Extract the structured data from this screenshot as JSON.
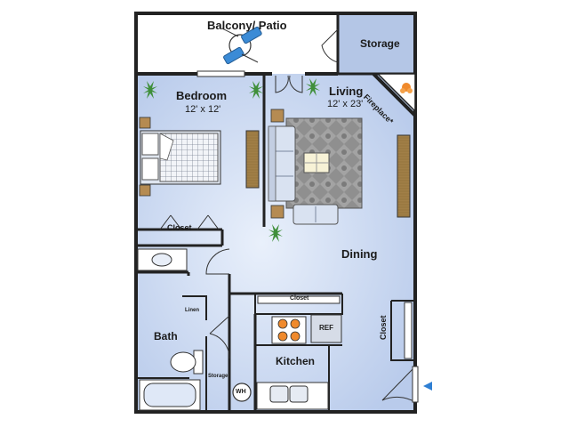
{
  "rooms": {
    "balcony": "Balcony/ Patio",
    "storage": "Storage",
    "bedroom": "Bedroom",
    "bedroom_size": "12' x 12'",
    "living": "Living",
    "living_size": "12' x 23'",
    "fireplace": "Fireplace*",
    "dining": "Dining",
    "bath": "Bath",
    "kitchen": "Kitchen"
  },
  "closets": {
    "bedroom_closet": "Closet",
    "kitchen_closet": "Closet",
    "dining_closet": "Closet",
    "linen": "Linen",
    "bath_storage": "Storage"
  },
  "fixtures": {
    "refrigerator": "REF",
    "water_heater": "WH"
  },
  "colors": {
    "floor": "#c3d3ee",
    "balcony_floor": "#ffffff",
    "storage_floor": "#b4c6e6",
    "walls": "#222222",
    "wood": "#9d7b43",
    "rug": "#8e8e8e",
    "sofa": "#d9e2f1",
    "plant": "#3f8f3a",
    "fireplace_flame": "#f08a2c",
    "entry_marker": "#2f7fd3"
  }
}
